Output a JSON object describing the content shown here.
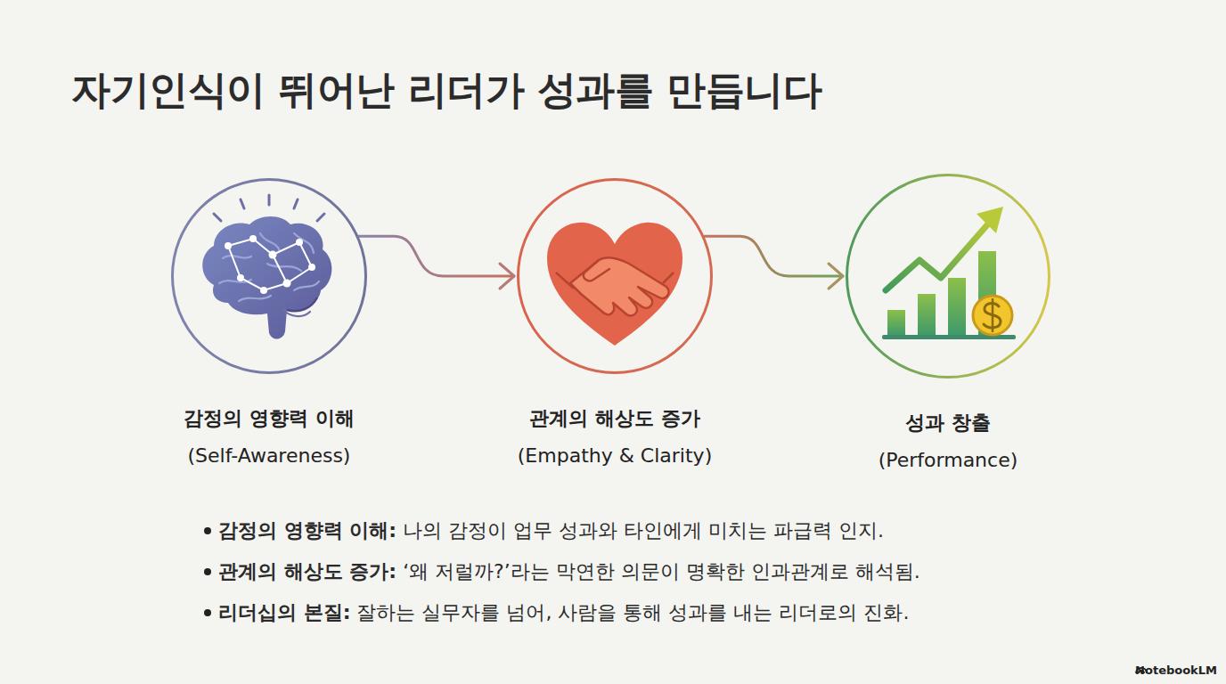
{
  "diagram": {
    "title": "자기인식이 뛰어난 리더가 성과를 만듭니다",
    "nodes": [
      {
        "text": [
          "감정의 영향력 이해",
          "(Self-Awareness)"
        ]
      },
      {
        "text": [
          "관계의 해상도 증가",
          "(Empathy & Clarity)"
        ]
      },
      {
        "text": [
          "성과 창출",
          "(Performance)"
        ]
      }
    ],
    "edges": [
      {
        "from": 0,
        "to": 1,
        "arrow": "to"
      },
      {
        "from": 1,
        "to": 2,
        "arrow": "to"
      }
    ],
    "labels": [
      "감정의 영향력 이해:",
      "나의 감정이 업무 성과와 타인에게 미치는 파급력 인지.",
      "관계의 해상도 증가:",
      "‘왜 저럴까?’라는 막연한 의문이 명확한 인과관계로 해석됨.",
      "리더십의 본질:",
      "잘하는 실무자를 넘어, 사람을 통해 성과를 내는 리더로의 진화.",
      "NotebookLM"
    ]
  }
}
